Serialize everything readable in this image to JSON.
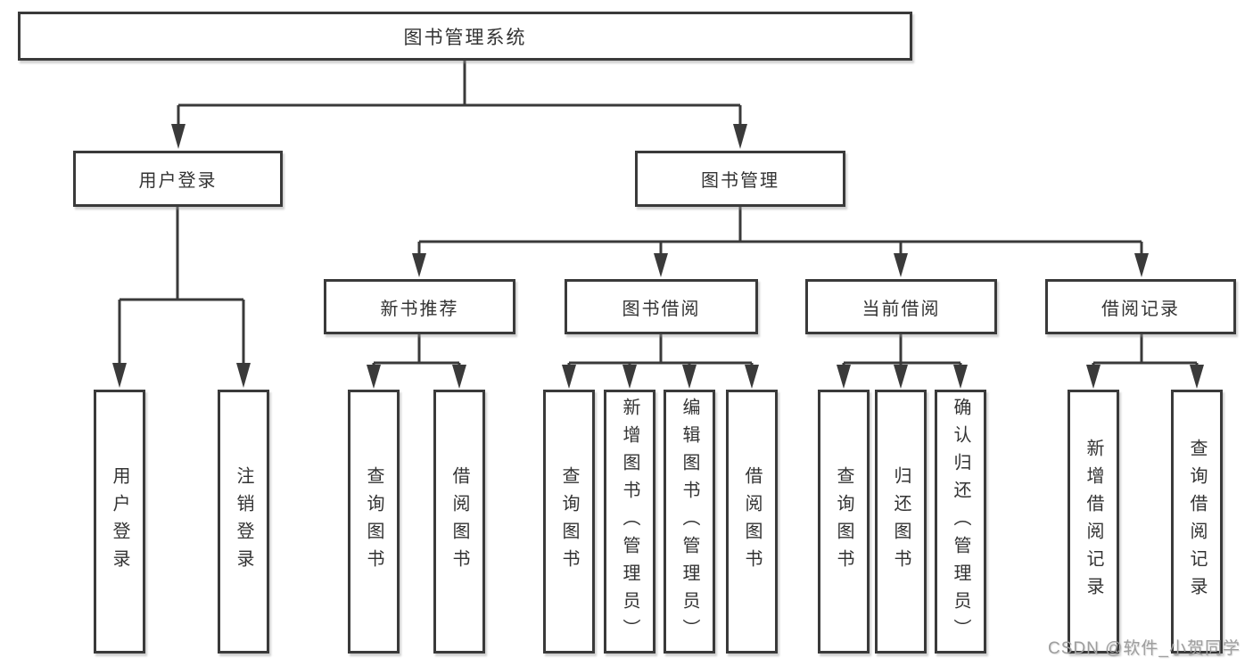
{
  "diagram": {
    "type": "hierarchy",
    "tree": {
      "label": "图书管理系统",
      "children": [
        {
          "label": "用户登录",
          "children": [
            {
              "label": "用户登录"
            },
            {
              "label": "注销登录"
            }
          ]
        },
        {
          "label": "图书管理",
          "children": [
            {
              "label": "新书推荐",
              "children": [
                {
                  "label": "查询图书"
                },
                {
                  "label": "借阅图书"
                }
              ]
            },
            {
              "label": "图书借阅",
              "children": [
                {
                  "label": "查询图书"
                },
                {
                  "label": "新增图书（管理员）"
                },
                {
                  "label": "编辑图书（管理员）"
                },
                {
                  "label": "借阅图书"
                }
              ]
            },
            {
              "label": "当前借阅",
              "children": [
                {
                  "label": "查询图书"
                },
                {
                  "label": "归还图书"
                },
                {
                  "label": "确认归还（管理员）"
                }
              ]
            },
            {
              "label": "借阅记录",
              "children": [
                {
                  "label": "新增借阅记录"
                },
                {
                  "label": "查询借阅记录"
                }
              ]
            }
          ]
        }
      ]
    }
  },
  "watermark": {
    "text": "CSDN @软件_小贺同学"
  },
  "colors": {
    "line": "#3a3a3a",
    "text": "#333333",
    "watermark": "#9e9e9e",
    "background": "#ffffff"
  }
}
